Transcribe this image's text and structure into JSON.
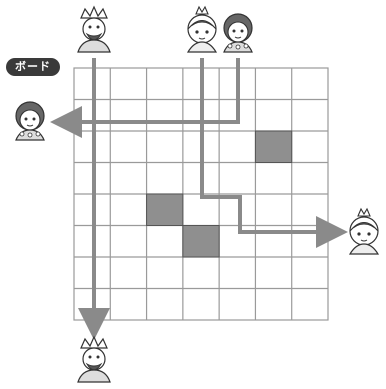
{
  "board": {
    "label": "ボード",
    "rows": 8,
    "cols": 7,
    "shaded_cells": [
      {
        "row": 2,
        "col": 5
      },
      {
        "row": 4,
        "col": 2
      },
      {
        "row": 5,
        "col": 3
      }
    ]
  },
  "pieces": [
    {
      "name": "king-top",
      "kind": "king"
    },
    {
      "name": "princess-top",
      "kind": "princess"
    },
    {
      "name": "lady-top",
      "kind": "lady"
    },
    {
      "name": "lady-left",
      "kind": "lady"
    },
    {
      "name": "princess-right",
      "kind": "princess"
    },
    {
      "name": "king-bottom",
      "kind": "king"
    }
  ],
  "colors": {
    "grid_line": "#9a9a9a",
    "shaded_cell": "#8f8f8f",
    "path_line": "#8a8a8a",
    "badge_bg": "#3a3a3a"
  }
}
